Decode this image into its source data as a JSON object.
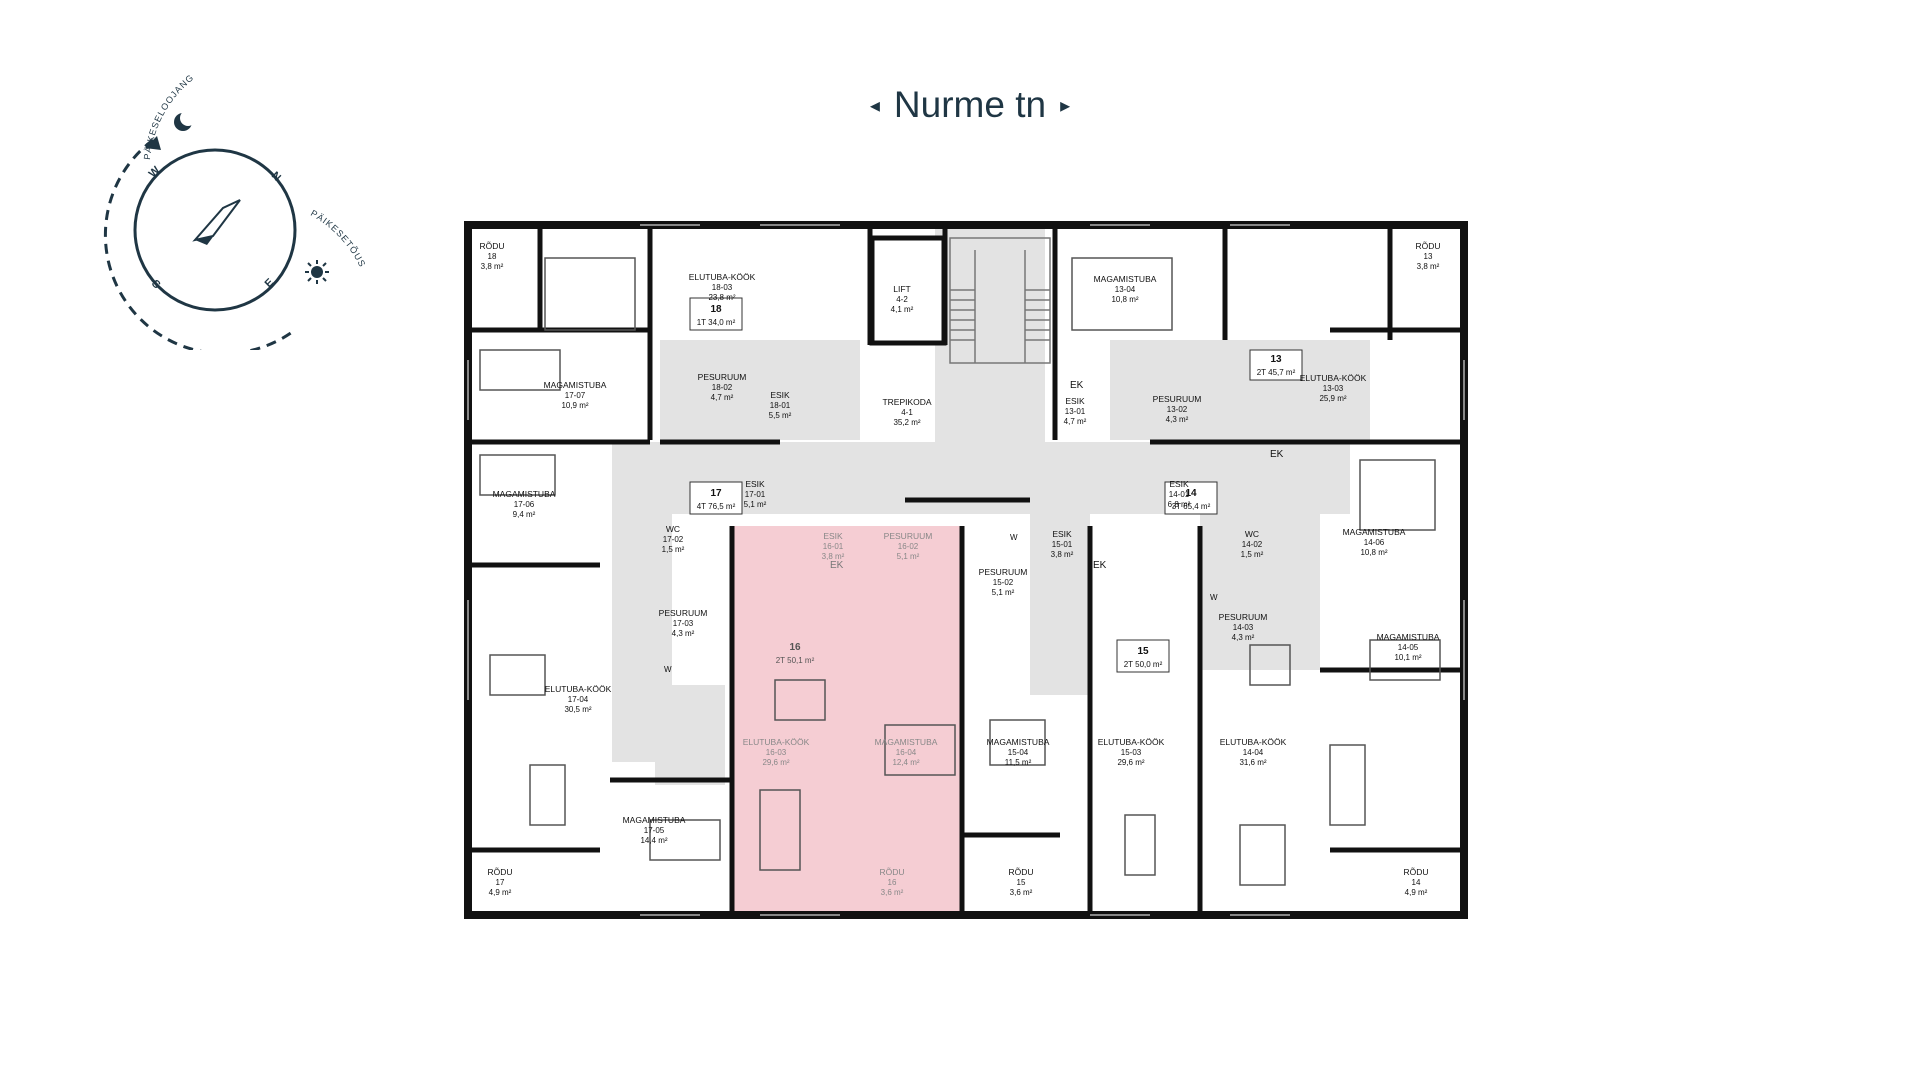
{
  "street": {
    "name": "Nurme tn",
    "left_arrow": "◂",
    "right_arrow": "▸"
  },
  "compass": {
    "sunset": "PÄIKESELOOJANG",
    "sunrise": "PÄIKESETÕUS",
    "n": "N",
    "e": "E",
    "s": "S",
    "w": "W"
  },
  "colors": {
    "accent": "#1f3644",
    "wall": "#111111",
    "corridor": "#e3e3e3",
    "selected": "#f2bcc4"
  },
  "icons": [
    "moon-icon",
    "sun-icon",
    "compass-needle-icon",
    "arrow-left-icon",
    "arrow-right-icon"
  ],
  "apartments": [
    {
      "id": "18",
      "summary": "1T  34,0 m²"
    },
    {
      "id": "17",
      "summary": "4T  76,5 m²"
    },
    {
      "id": "16",
      "summary": "2T  50,1 m²"
    },
    {
      "id": "15",
      "summary": "2T  50,0 m²"
    },
    {
      "id": "14",
      "summary": "3T  65,4 m²"
    },
    {
      "id": "13",
      "summary": "2T  45,7 m²"
    }
  ],
  "rooms": [
    {
      "name": "RÕDU",
      "code": "18",
      "area": "3,8 m²"
    },
    {
      "name": "ELUTUBA-KÖÖK",
      "code": "18-03",
      "area": "23,8 m²"
    },
    {
      "name": "PESURUUM",
      "code": "18-02",
      "area": "4,7 m²"
    },
    {
      "name": "ESIK",
      "code": "18-01",
      "area": "5,5 m²"
    },
    {
      "name": "LIFT",
      "code": "4-2",
      "area": "4,1 m²"
    },
    {
      "name": "TREPIKODA",
      "code": "4-1",
      "area": "35,2 m²"
    },
    {
      "name": "MAGAMISTUBA",
      "code": "13-04",
      "area": "10,8 m²"
    },
    {
      "name": "RÕDU",
      "code": "13",
      "area": "3,8 m²"
    },
    {
      "name": "MAGAMISTUBA",
      "code": "17-07",
      "area": "10,9 m²"
    },
    {
      "name": "ESIK",
      "code": "13-01",
      "area": "4,7 m²"
    },
    {
      "name": "PESURUUM",
      "code": "13-02",
      "area": "4,3 m²"
    },
    {
      "name": "ELUTUBA-KÖÖK",
      "code": "13-03",
      "area": "25,9 m²"
    },
    {
      "name": "MAGAMISTUBA",
      "code": "17-06",
      "area": "9,4 m²"
    },
    {
      "name": "ESIK",
      "code": "17-01",
      "area": "5,1 m²"
    },
    {
      "name": "ESIK",
      "code": "14-01",
      "area": "6,8 m²"
    },
    {
      "name": "WC",
      "code": "17-02",
      "area": "1,5 m²"
    },
    {
      "name": "ESIK",
      "code": "16-01",
      "area": "3,8 m²"
    },
    {
      "name": "PESURUUM",
      "code": "16-02",
      "area": "5,1 m²"
    },
    {
      "name": "PESURUUM",
      "code": "15-02",
      "area": "5,1 m²"
    },
    {
      "name": "ESIK",
      "code": "15-01",
      "area": "3,8 m²"
    },
    {
      "name": "WC",
      "code": "14-02",
      "area": "1,5 m²"
    },
    {
      "name": "MAGAMISTUBA",
      "code": "14-06",
      "area": "10,8 m²"
    },
    {
      "name": "PESURUUM",
      "code": "17-03",
      "area": "4,3 m²"
    },
    {
      "name": "PESURUUM",
      "code": "14-03",
      "area": "4,3 m²"
    },
    {
      "name": "MAGAMISTUBA",
      "code": "14-05",
      "area": "10,1 m²"
    },
    {
      "name": "ELUTUBA-KÖÖK",
      "code": "17-04",
      "area": "30,5 m²"
    },
    {
      "name": "ELUTUBA-KÖÖK",
      "code": "16-03",
      "area": "29,6 m²"
    },
    {
      "name": "MAGAMISTUBA",
      "code": "16-04",
      "area": "12,4 m²"
    },
    {
      "name": "MAGAMISTUBA",
      "code": "15-04",
      "area": "11,5 m²"
    },
    {
      "name": "ELUTUBA-KÖÖK",
      "code": "15-03",
      "area": "29,6 m²"
    },
    {
      "name": "ELUTUBA-KÖÖK",
      "code": "14-04",
      "area": "31,6 m²"
    },
    {
      "name": "MAGAMISTUBA",
      "code": "17-05",
      "area": "14,4 m²"
    },
    {
      "name": "RÕDU",
      "code": "17",
      "area": "4,9 m²"
    },
    {
      "name": "RÕDU",
      "code": "16",
      "area": "3,6 m²"
    },
    {
      "name": "RÕDU",
      "code": "15",
      "area": "3,6 m²"
    },
    {
      "name": "RÕDU",
      "code": "14",
      "area": "4,9 m²"
    }
  ],
  "tags": {
    "ek": "EK",
    "w": "W",
    "wc": "WC"
  }
}
